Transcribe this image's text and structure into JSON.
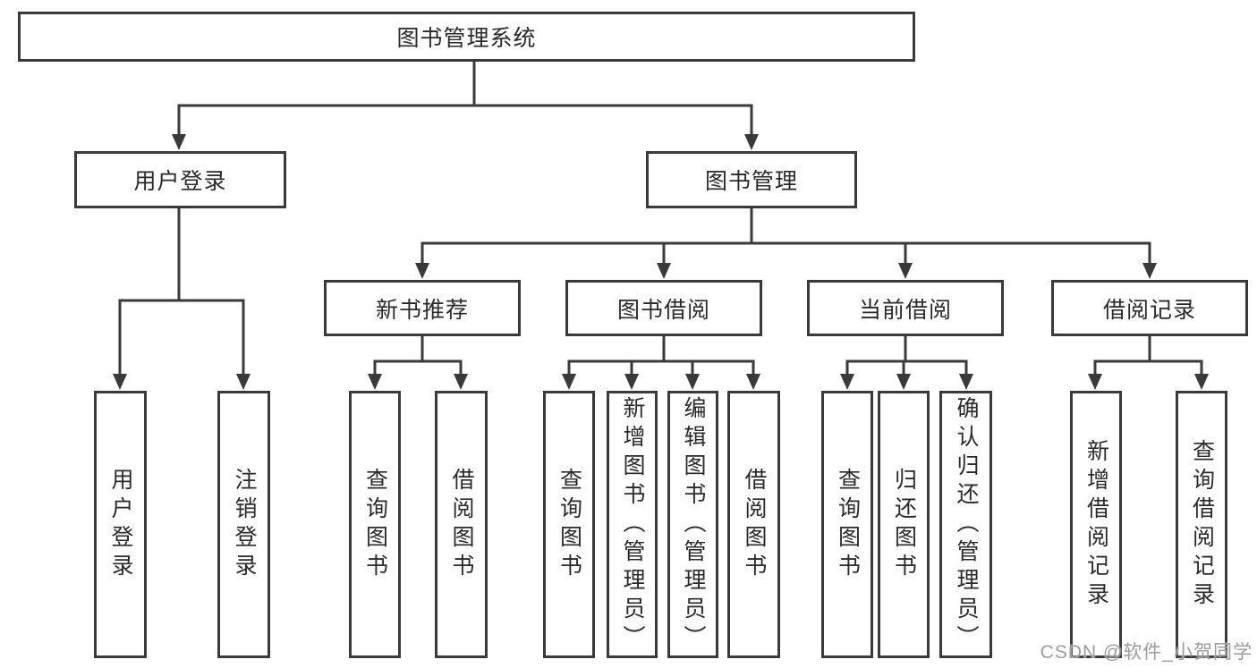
{
  "colors": {
    "line": "#3a3a3a",
    "text": "#2a2a2a",
    "watermark": "#9c9c9c",
    "background": "#ffffff"
  },
  "watermark": {
    "text": "CSDN @软件_小贺同学"
  },
  "tree": {
    "root": {
      "label": "图书管理系统"
    },
    "children": [
      {
        "label": "用户登录",
        "children": [
          {
            "label": "用户登录"
          },
          {
            "label": "注销登录"
          }
        ]
      },
      {
        "label": "图书管理",
        "children": [
          {
            "label": "新书推荐",
            "children": [
              {
                "label": "查询图书"
              },
              {
                "label": "借阅图书"
              }
            ]
          },
          {
            "label": "图书借阅",
            "children": [
              {
                "label": "查询图书"
              },
              {
                "label": "新增图书（管理员）"
              },
              {
                "label": "编辑图书（管理员）"
              },
              {
                "label": "借阅图书"
              }
            ]
          },
          {
            "label": "当前借阅",
            "children": [
              {
                "label": "查询图书"
              },
              {
                "label": "归还图书"
              },
              {
                "label": "确认归还（管理员）"
              }
            ]
          },
          {
            "label": "借阅记录",
            "children": [
              {
                "label": "新增借阅记录"
              },
              {
                "label": "查询借阅记录"
              }
            ]
          }
        ]
      }
    ]
  }
}
